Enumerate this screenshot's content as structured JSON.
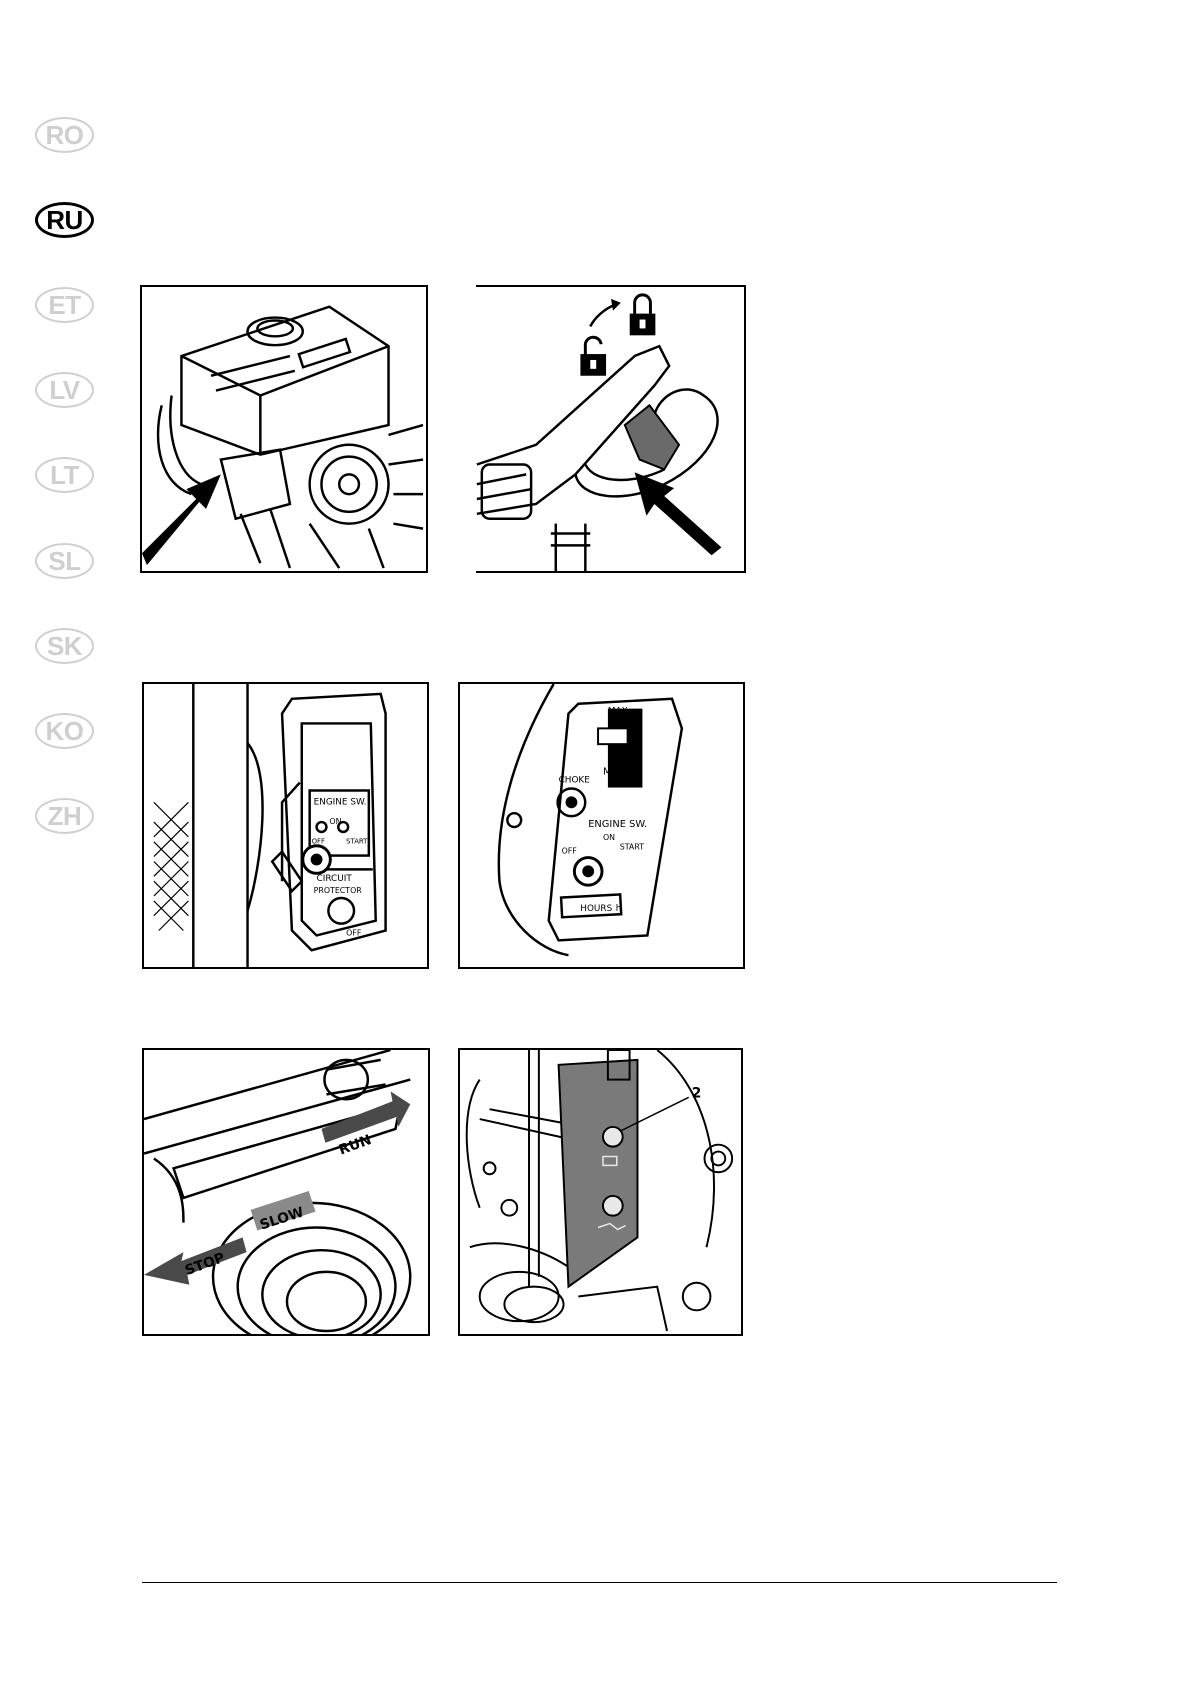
{
  "language_tabs": [
    {
      "code": "RO",
      "active": false
    },
    {
      "code": "RU",
      "active": true
    },
    {
      "code": "ET",
      "active": false
    },
    {
      "code": "LV",
      "active": false
    },
    {
      "code": "LT",
      "active": false
    },
    {
      "code": "SL",
      "active": false
    },
    {
      "code": "SK",
      "active": false
    },
    {
      "code": "KO",
      "active": false
    },
    {
      "code": "ZH",
      "active": false
    }
  ],
  "figures": {
    "fig3": {
      "engine_sw": "ENGINE SW.",
      "on": "ON",
      "off": "OFF",
      "start": "START",
      "circuit": "CIRCUIT",
      "protector": "PROTECTOR",
      "off2": "OFF"
    },
    "fig4": {
      "max": "MAX",
      "min": "MIN",
      "choke": "CHOKE",
      "engine_sw": "ENGINE SW.",
      "on": "ON",
      "off": "OFF",
      "start": "START",
      "hours": "HOURS",
      "hour_unit": "h"
    },
    "fig5": {
      "stop": "STOP",
      "slow": "SLOW",
      "run": "RUN"
    },
    "fig6": {
      "callout": "2"
    }
  },
  "colors": {
    "active_tab": "#000000",
    "inactive_tab": "#cfcfcf",
    "plate": "#7a7a7a"
  }
}
